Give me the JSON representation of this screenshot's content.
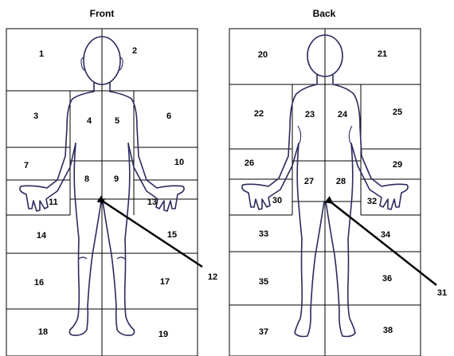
{
  "titles": {
    "front": "Front",
    "back": "Back"
  },
  "regions": {
    "r1": "1",
    "r2": "2",
    "r3": "3",
    "r4": "4",
    "r5": "5",
    "r6": "6",
    "r7": "7",
    "r8": "8",
    "r9": "9",
    "r10": "10",
    "r11": "11",
    "r12": "12",
    "r13": "13",
    "r14": "14",
    "r15": "15",
    "r16": "16",
    "r17": "17",
    "r18": "18",
    "r19": "19",
    "r20": "20",
    "r21": "21",
    "r22": "22",
    "r23": "23",
    "r24": "24",
    "r25": "25",
    "r26": "26",
    "r27": "27",
    "r28": "28",
    "r29": "29",
    "r30": "30",
    "r31": "31",
    "r32": "32",
    "r33": "33",
    "r34": "34",
    "r35": "35",
    "r36": "36",
    "r37": "37",
    "r38": "38"
  },
  "colors": {
    "grid": "#000000",
    "outline": "#2b2a5e",
    "arrow": "#000000"
  }
}
